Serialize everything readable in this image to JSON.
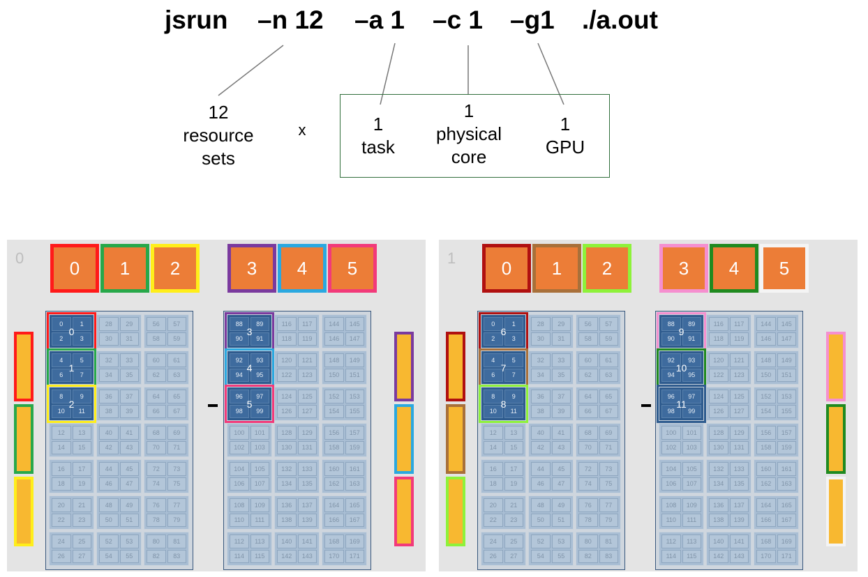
{
  "command": {
    "parts": [
      "jsrun",
      "–n 12",
      "–a 1",
      "–c 1",
      "–g1",
      "./a.out"
    ]
  },
  "labels": {
    "rs_count": "12",
    "rs_line1": "resource",
    "rs_line2": "sets",
    "times": "x",
    "task_num": "1",
    "task_word": "task",
    "core_num": "1",
    "core_line1": "physical",
    "core_line2": "core",
    "gpu_num": "1",
    "gpu_word": "GPU"
  },
  "colors": {
    "gpu_fill": "#ec7d37",
    "memory_fill": "#f8b830",
    "core_idle": "#a9bed4",
    "core_active": "#2e5b8e",
    "rs_box_border": "#2f6e3a"
  },
  "nodes": [
    {
      "id": "0",
      "sockets": [
        {
          "gpus": [
            {
              "label": "0",
              "color": "#ff1a1a"
            },
            {
              "label": "1",
              "color": "#27a84a"
            },
            {
              "label": "2",
              "color": "#ffee1a"
            }
          ],
          "memory_colors": [
            "#ff1a1a",
            "#27a84a",
            "#ffee1a"
          ],
          "cores": [
            {
              "t": [
                "0",
                "1",
                "2",
                "3"
              ],
              "task": "0",
              "color": "#ff1a1a"
            },
            {
              "t": [
                "28",
                "29",
                "30",
                "31"
              ]
            },
            {
              "t": [
                "56",
                "57",
                "58",
                "59"
              ]
            },
            {
              "t": [
                "4",
                "5",
                "6",
                "7"
              ],
              "task": "1",
              "color": "#27a84a"
            },
            {
              "t": [
                "32",
                "33",
                "34",
                "35"
              ]
            },
            {
              "t": [
                "60",
                "61",
                "62",
                "63"
              ]
            },
            {
              "t": [
                "8",
                "9",
                "10",
                "11"
              ],
              "task": "2",
              "color": "#ffee1a"
            },
            {
              "t": [
                "36",
                "37",
                "38",
                "39"
              ]
            },
            {
              "t": [
                "64",
                "65",
                "66",
                "67"
              ]
            },
            {
              "t": [
                "12",
                "13",
                "14",
                "15"
              ]
            },
            {
              "t": [
                "40",
                "41",
                "42",
                "43"
              ]
            },
            {
              "t": [
                "68",
                "69",
                "70",
                "71"
              ]
            },
            {
              "t": [
                "16",
                "17",
                "18",
                "19"
              ]
            },
            {
              "t": [
                "44",
                "45",
                "46",
                "47"
              ]
            },
            {
              "t": [
                "72",
                "73",
                "74",
                "75"
              ]
            },
            {
              "t": [
                "20",
                "21",
                "22",
                "23"
              ]
            },
            {
              "t": [
                "48",
                "49",
                "50",
                "51"
              ]
            },
            {
              "t": [
                "76",
                "77",
                "78",
                "79"
              ]
            },
            {
              "t": [
                "24",
                "25",
                "26",
                "27"
              ]
            },
            {
              "t": [
                "52",
                "53",
                "54",
                "55"
              ]
            },
            {
              "t": [
                "80",
                "81",
                "82",
                "83"
              ]
            }
          ]
        },
        {
          "gpus": [
            {
              "label": "3",
              "color": "#7a3a9e"
            },
            {
              "label": "4",
              "color": "#2aa8e0"
            },
            {
              "label": "5",
              "color": "#f23a7a"
            }
          ],
          "memory_colors": [
            "#7a3a9e",
            "#2aa8e0",
            "#f23a7a"
          ],
          "cores": [
            {
              "t": [
                "88",
                "89",
                "90",
                "91"
              ],
              "task": "3",
              "color": "#7a3a9e"
            },
            {
              "t": [
                "116",
                "117",
                "118",
                "119"
              ]
            },
            {
              "t": [
                "144",
                "145",
                "146",
                "147"
              ]
            },
            {
              "t": [
                "92",
                "93",
                "94",
                "95"
              ],
              "task": "4",
              "color": "#2aa8e0"
            },
            {
              "t": [
                "120",
                "121",
                "122",
                "123"
              ]
            },
            {
              "t": [
                "148",
                "149",
                "150",
                "151"
              ]
            },
            {
              "t": [
                "96",
                "97",
                "98",
                "99"
              ],
              "task": "5",
              "color": "#f23a7a"
            },
            {
              "t": [
                "124",
                "125",
                "126",
                "127"
              ]
            },
            {
              "t": [
                "152",
                "153",
                "154",
                "155"
              ]
            },
            {
              "t": [
                "100",
                "101",
                "102",
                "103"
              ]
            },
            {
              "t": [
                "128",
                "129",
                "130",
                "131"
              ]
            },
            {
              "t": [
                "156",
                "157",
                "158",
                "159"
              ]
            },
            {
              "t": [
                "104",
                "105",
                "106",
                "107"
              ]
            },
            {
              "t": [
                "132",
                "133",
                "134",
                "135"
              ]
            },
            {
              "t": [
                "160",
                "161",
                "162",
                "163"
              ]
            },
            {
              "t": [
                "108",
                "109",
                "110",
                "111"
              ]
            },
            {
              "t": [
                "136",
                "137",
                "138",
                "139"
              ]
            },
            {
              "t": [
                "164",
                "165",
                "166",
                "167"
              ]
            },
            {
              "t": [
                "112",
                "113",
                "114",
                "115"
              ]
            },
            {
              "t": [
                "140",
                "141",
                "142",
                "143"
              ]
            },
            {
              "t": [
                "168",
                "169",
                "170",
                "171"
              ]
            }
          ]
        }
      ]
    },
    {
      "id": "1",
      "sockets": [
        {
          "gpus": [
            {
              "label": "0",
              "color": "#b01010"
            },
            {
              "label": "1",
              "color": "#a8703a"
            },
            {
              "label": "2",
              "color": "#8ef23a"
            }
          ],
          "memory_colors": [
            "#b01010",
            "#a8703a",
            "#8ef23a"
          ],
          "cores": [
            {
              "t": [
                "0",
                "1",
                "2",
                "3"
              ],
              "task": "6",
              "color": "#b01010"
            },
            {
              "t": [
                "28",
                "29",
                "30",
                "31"
              ]
            },
            {
              "t": [
                "56",
                "57",
                "58",
                "59"
              ]
            },
            {
              "t": [
                "4",
                "5",
                "6",
                "7"
              ],
              "task": "7",
              "color": "#a8703a"
            },
            {
              "t": [
                "32",
                "33",
                "34",
                "35"
              ]
            },
            {
              "t": [
                "60",
                "61",
                "62",
                "63"
              ]
            },
            {
              "t": [
                "8",
                "9",
                "10",
                "11"
              ],
              "task": "8",
              "color": "#8ef23a"
            },
            {
              "t": [
                "36",
                "37",
                "38",
                "39"
              ]
            },
            {
              "t": [
                "64",
                "65",
                "66",
                "67"
              ]
            },
            {
              "t": [
                "12",
                "13",
                "14",
                "15"
              ]
            },
            {
              "t": [
                "40",
                "41",
                "42",
                "43"
              ]
            },
            {
              "t": [
                "68",
                "69",
                "70",
                "71"
              ]
            },
            {
              "t": [
                "16",
                "17",
                "18",
                "19"
              ]
            },
            {
              "t": [
                "44",
                "45",
                "46",
                "47"
              ]
            },
            {
              "t": [
                "72",
                "73",
                "74",
                "75"
              ]
            },
            {
              "t": [
                "20",
                "21",
                "22",
                "23"
              ]
            },
            {
              "t": [
                "48",
                "49",
                "50",
                "51"
              ]
            },
            {
              "t": [
                "76",
                "77",
                "78",
                "79"
              ]
            },
            {
              "t": [
                "24",
                "25",
                "26",
                "27"
              ]
            },
            {
              "t": [
                "52",
                "53",
                "54",
                "55"
              ]
            },
            {
              "t": [
                "80",
                "81",
                "82",
                "83"
              ]
            }
          ]
        },
        {
          "gpus": [
            {
              "label": "3",
              "color": "#f58fcf"
            },
            {
              "label": "4",
              "color": "#1f8a1f"
            },
            {
              "label": "5",
              "color": "#f4f4f4"
            }
          ],
          "memory_colors": [
            "#f58fcf",
            "#1f8a1f",
            "#f4f4f4"
          ],
          "cores": [
            {
              "t": [
                "88",
                "89",
                "90",
                "91"
              ],
              "task": "9",
              "color": "#f58fcf"
            },
            {
              "t": [
                "116",
                "117",
                "118",
                "119"
              ]
            },
            {
              "t": [
                "144",
                "145",
                "146",
                "147"
              ]
            },
            {
              "t": [
                "92",
                "93",
                "94",
                "95"
              ],
              "task": "10",
              "color": "#1f8a1f"
            },
            {
              "t": [
                "120",
                "121",
                "122",
                "123"
              ]
            },
            {
              "t": [
                "148",
                "149",
                "150",
                "151"
              ]
            },
            {
              "t": [
                "96",
                "97",
                "98",
                "99"
              ],
              "task": "11",
              "color": "#2e5b8e"
            },
            {
              "t": [
                "124",
                "125",
                "126",
                "127"
              ]
            },
            {
              "t": [
                "152",
                "153",
                "154",
                "155"
              ]
            },
            {
              "t": [
                "100",
                "101",
                "102",
                "103"
              ]
            },
            {
              "t": [
                "128",
                "129",
                "130",
                "131"
              ]
            },
            {
              "t": [
                "156",
                "157",
                "158",
                "159"
              ]
            },
            {
              "t": [
                "104",
                "105",
                "106",
                "107"
              ]
            },
            {
              "t": [
                "132",
                "133",
                "134",
                "135"
              ]
            },
            {
              "t": [
                "160",
                "161",
                "162",
                "163"
              ]
            },
            {
              "t": [
                "108",
                "109",
                "110",
                "111"
              ]
            },
            {
              "t": [
                "136",
                "137",
                "138",
                "139"
              ]
            },
            {
              "t": [
                "164",
                "165",
                "166",
                "167"
              ]
            },
            {
              "t": [
                "112",
                "113",
                "114",
                "115"
              ]
            },
            {
              "t": [
                "140",
                "141",
                "142",
                "143"
              ]
            },
            {
              "t": [
                "168",
                "169",
                "170",
                "171"
              ]
            }
          ]
        }
      ]
    }
  ]
}
